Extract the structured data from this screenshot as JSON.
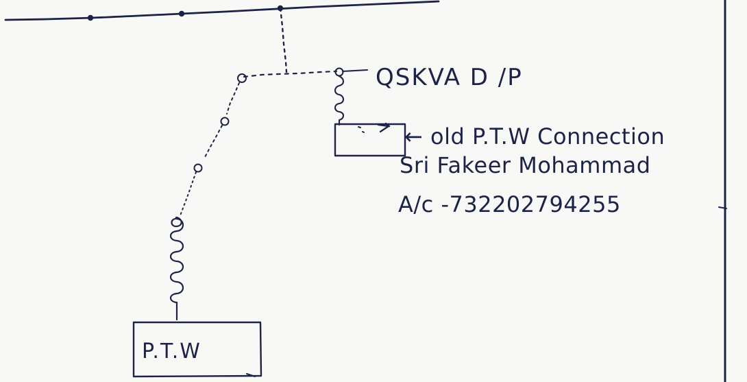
{
  "labels": {
    "line_label": "QSKVA D /P",
    "old_connection": "← old P.T.W Connection",
    "consumer_name": "Sri Fakeer Mohammad",
    "account_number": "A/c -732202794255",
    "ptw_box": "P.T.W"
  },
  "colors": {
    "ink": "#1d2346",
    "paper": "#f8f8f6"
  }
}
